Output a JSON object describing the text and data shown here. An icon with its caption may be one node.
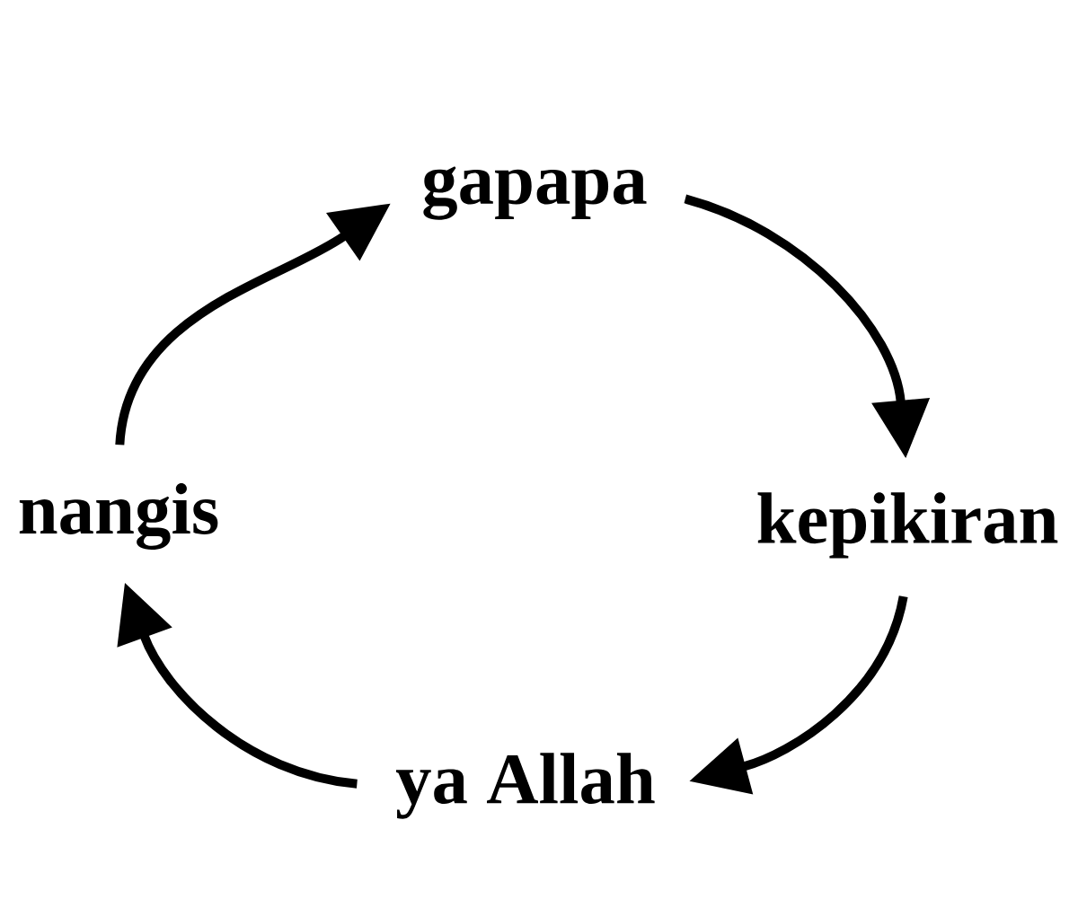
{
  "diagram": {
    "nodes": [
      {
        "text": [
          "gapapa"
        ]
      },
      {
        "text": [
          "kepikiran"
        ]
      },
      {
        "text": [
          "ya Allah"
        ]
      },
      {
        "text": [
          "nangis"
        ]
      }
    ],
    "edges": [
      {
        "from": 0,
        "to": 1,
        "arrow": "to"
      },
      {
        "from": 1,
        "to": 2,
        "arrow": "to"
      },
      {
        "from": 2,
        "to": 3,
        "arrow": "to"
      },
      {
        "from": 3,
        "to": 0,
        "arrow": "to"
      }
    ]
  }
}
